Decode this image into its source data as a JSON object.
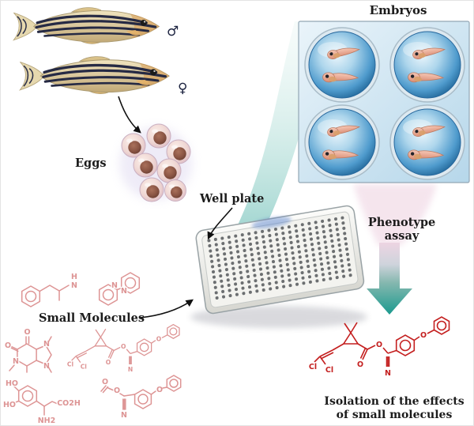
{
  "labels": {
    "embryos": "Embryos",
    "eggs": "Eggs",
    "well_plate": "Well plate",
    "small_molecules": "Small Molecules",
    "phenotype_line1": "Phenotype",
    "phenotype_line2": "assay",
    "isolation_line1": "Isolation of the effects",
    "isolation_line2": "of small molecules"
  },
  "symbols": {
    "male": "♂",
    "female": "♀"
  },
  "molecules": {
    "amine": {
      "labels": [
        "N",
        "H"
      ]
    },
    "bipyridine": {
      "labels": [
        "N",
        "N"
      ]
    },
    "purine": {
      "labels": [
        "O",
        "O",
        "N",
        "N",
        "N"
      ]
    },
    "dopa": {
      "labels": [
        "HO",
        "HO",
        "CO2H",
        "NH2"
      ]
    },
    "phenoxybenzyl": {
      "labels": [
        "O",
        "O",
        "O",
        "N"
      ]
    },
    "pyrethroid": {
      "labels": [
        "Cl",
        "Cl",
        "O",
        "O",
        "O",
        "N"
      ]
    }
  },
  "plate": {
    "cols": 21,
    "rows": 12
  },
  "colors": {
    "ink": "#1b1b1b",
    "mol_pink": "#dd9494",
    "mol_red": "#c41f1f",
    "teal": "#17988b",
    "pink_wash": "#e9c6d9",
    "well_blue": "#2e7fba",
    "box_blue": "#cfe4f1",
    "fish_stripe": "#262a44",
    "egg_yolk": "#7a4a3c"
  }
}
